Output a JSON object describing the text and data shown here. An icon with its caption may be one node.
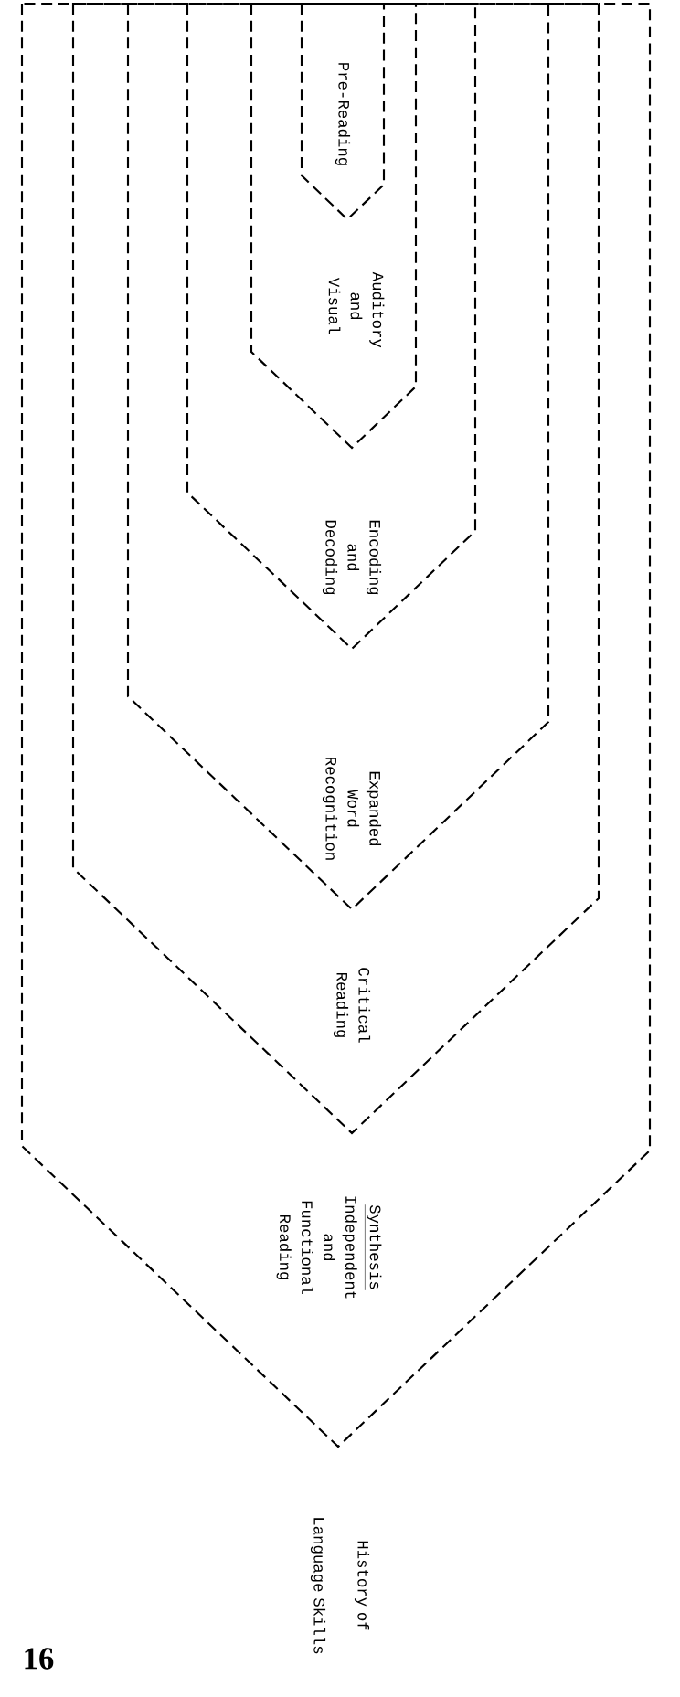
{
  "diagram": {
    "title": "History of Language Skills",
    "nodes": [
      {
        "text": [
          "Synthesis",
          "Independent and Functional Reading"
        ]
      },
      {
        "text": [
          "Critical Reading"
        ],
        "in": 0
      },
      {
        "text": [
          "Expanded Word Recognition"
        ],
        "in": 1
      },
      {
        "text": [
          "Encoding and Decoding"
        ],
        "in": 2
      },
      {
        "text": [
          "Auditory and Visual"
        ],
        "in": 3
      },
      {
        "text": [
          "Pre-Reading"
        ],
        "in": 4
      }
    ],
    "labels": [
      "16"
    ]
  }
}
